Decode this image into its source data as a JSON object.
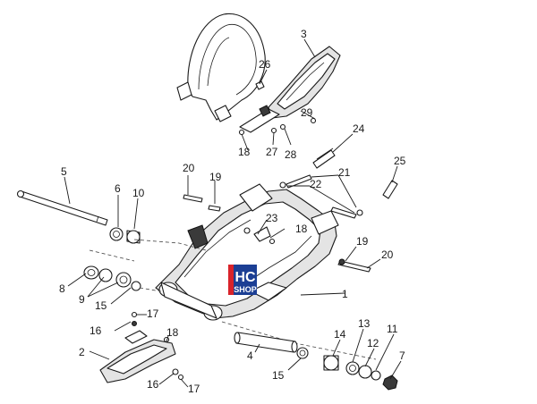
{
  "logo": {
    "line1": "HC",
    "line2": "SHOP",
    "red": "#d9232a",
    "blue": "#1c3f94"
  },
  "callouts": {
    "c1": "1",
    "c2": "2",
    "c3": "3",
    "c4": "4",
    "c5": "5",
    "c6": "6",
    "c7": "7",
    "c8": "8",
    "c9": "9",
    "c10": "10",
    "c11": "11",
    "c12": "12",
    "c13": "13",
    "c14": "14",
    "c15a": "15",
    "c15b": "15",
    "c16a": "16",
    "c16b": "16",
    "c17a": "17",
    "c17b": "17",
    "c18a": "18",
    "c18b": "18",
    "c18c": "18",
    "c19a": "19",
    "c19b": "19",
    "c20a": "20",
    "c20b": "20",
    "c21": "21",
    "c22": "22",
    "c23": "23",
    "c24": "24",
    "c25": "25",
    "c26": "26",
    "c27": "27",
    "c28": "28",
    "c29": "29"
  }
}
